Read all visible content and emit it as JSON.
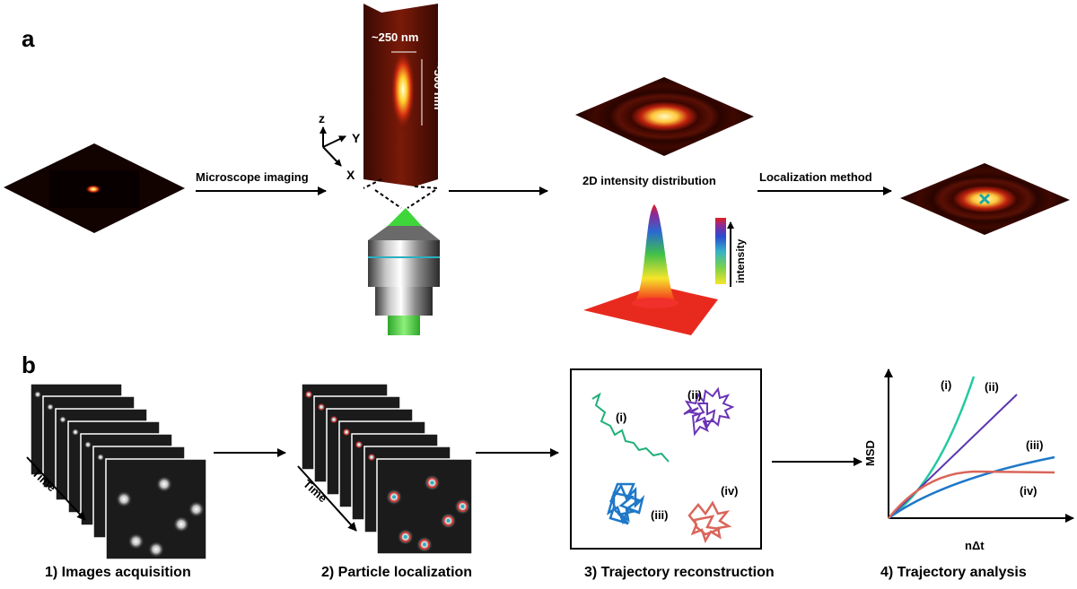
{
  "panel_a": {
    "letter": "a",
    "arrow_labels": {
      "imaging": "Microscope imaging",
      "localization": "Localization method"
    },
    "psf": {
      "width_label": "~250 nm",
      "height_label": "~500 nm"
    },
    "axes": {
      "z": "z",
      "y": "Y",
      "x": "X"
    },
    "distribution_label": "2D intensity distribution",
    "colorbar_label": "intensity"
  },
  "panel_b": {
    "letter": "b",
    "time_label": "Time",
    "steps": [
      {
        "label": "1) Images acquisition"
      },
      {
        "label": "2) Particle localization"
      },
      {
        "label": "3) Trajectory reconstruction"
      },
      {
        "label": "4) Trajectory analysis"
      }
    ],
    "trajectory_labels": [
      "(i)",
      "(ii)",
      "(iii)",
      "(iv)"
    ],
    "msd_plot": {
      "ylabel": "MSD",
      "xlabel": "nΔt"
    }
  },
  "colors": {
    "traj_i": "#21b07a",
    "traj_ii": "#6a34b4",
    "traj_iii": "#1f78c8",
    "traj_iv": "#d9665a",
    "msd_i": "#22c9a0",
    "msd_ii": "#5a36b0",
    "msd_iii": "#1f78c8",
    "msd_iv": "#d9665a",
    "beam": "#3dcf3a"
  }
}
